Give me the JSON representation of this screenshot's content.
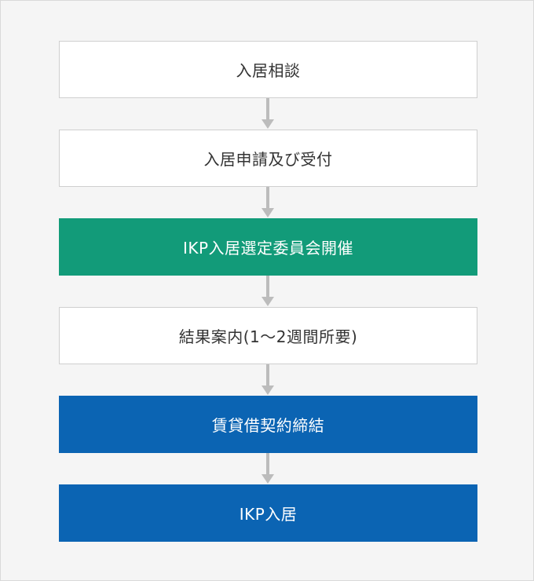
{
  "flow": {
    "steps": [
      {
        "label": "入居相談",
        "style": "white"
      },
      {
        "label": "入居申請及び受付",
        "style": "white"
      },
      {
        "label": "IKP入居選定委員会開催",
        "style": "green"
      },
      {
        "label": "結果案内(1〜2週間所要)",
        "style": "white"
      },
      {
        "label": "賃貸借契約締結",
        "style": "blue"
      },
      {
        "label": "IKP入居",
        "style": "blue"
      }
    ]
  },
  "colors": {
    "background": "#f5f5f5",
    "white_box": "#ffffff",
    "green_box": "#129b79",
    "blue_box": "#0b64b3",
    "arrow": "#bcbcbc"
  }
}
